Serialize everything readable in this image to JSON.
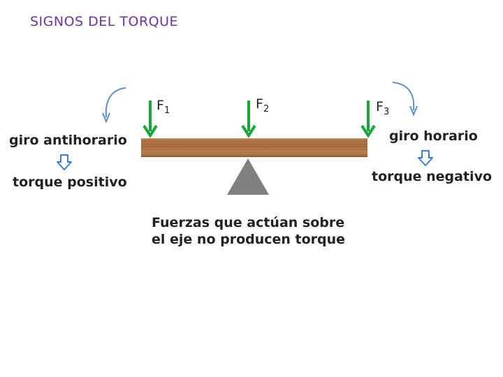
{
  "title": {
    "text": "SIGNOS DEL TORQUE",
    "color": "#7030a0"
  },
  "forces": [
    {
      "letter": "F",
      "subscript": "1"
    },
    {
      "letter": "F",
      "subscript": "2"
    },
    {
      "letter": "F",
      "subscript": "3"
    }
  ],
  "left_side": {
    "rotation_label": "giro antihorario",
    "torque_label": "torque positivo"
  },
  "right_side": {
    "rotation_label": "giro horario",
    "torque_label": "torque negativo"
  },
  "caption": {
    "line1": "Fuerzas que actúan sobre",
    "line2": "el eje no producen torque"
  },
  "colors": {
    "force_arrow": "#1aa53a",
    "rotation_arrow": "#5b8ec9",
    "down_arrow_outline": "#3a7bd5",
    "fulcrum": "#808080",
    "beam": "#a86d3e"
  }
}
